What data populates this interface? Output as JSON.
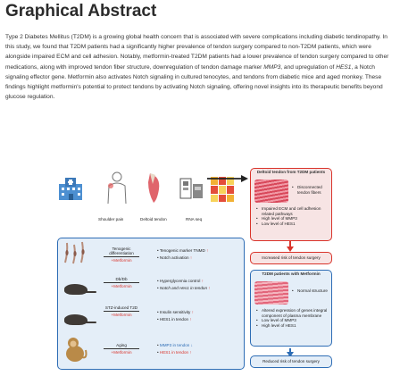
{
  "title": "Graphical Abstract",
  "abstract": {
    "p1": "Type 2 Diabetes Mellitus (T2DM) is a growing global health concern that is associated with severe complications including diabetic tendinopathy. In this study, we found that T2DM patients had a significantly higher prevalence of tendon surgery compared to non-T2DM patients, which were alongside impaired ECM and cell adhesion. Notably, metformin-treated T2DM patients had a lower prevalence of tendon surgery compared to other medications, along with improved tendon fiber structure, downregulation of tendon damage marker ",
    "mmp3": "MMP3",
    "p2": ", and upregulation of ",
    "hes1": "HES1",
    "p3": ", a Notch signaling effector gene. Metformin also activates Notch signaling in cultured tenocytes, and tendons from diabetic mice and aged monkey. These findings highlight metformin's potential to protect tendons by activating Notch signaling, offering novel insights into its therapeutic benefits beyond glucose regulation."
  },
  "top_labels": {
    "shoulder": "Shoulder pain",
    "deltoid": "Deltoid tendon",
    "rnaseq": "RNA seq"
  },
  "t2dm_panel": {
    "header": "Deltoid tendon from T2DM patients",
    "fiber_note": "Disconnected tendon fibers",
    "bullets": [
      "Impaired ECM and cell adhesion related pathways",
      "High level of MMP3",
      "Low level of HES1"
    ],
    "outcome": "Increased risk of tendon surgery"
  },
  "metformin_panel": {
    "header": "T2DM patients with Metformin",
    "fiber_note": "Normal structure",
    "bullets": [
      "Altered expression of genes integral component of plasma membrane",
      "Low level of MMP3",
      "High level of HES1"
    ],
    "outcome": "Reduced risk of tendon surgery"
  },
  "models": [
    {
      "top": "Tenogenic differentiation",
      "bottom": "+Metformin",
      "e1": "Tenogenic marker TNMD",
      "e1_dir": "up",
      "e2": "Notch activation",
      "e2_dir": "up"
    },
    {
      "top": "Db/Db",
      "bottom": "+Metformin",
      "e1": "Hyperglycemia control",
      "e1_dir": "up",
      "e2": "Notch and Hes1 in tendon",
      "e2_dir": "up"
    },
    {
      "top": "STZ-induced T2D",
      "bottom": "+Metformin",
      "e1": "Insulin sensitivity",
      "e1_dir": "up",
      "e2": "HES1 in tendon",
      "e2_dir": "up"
    },
    {
      "top": "Aging",
      "bottom": "+Metformin",
      "e1": "MMP3 in tendon",
      "e1_dir": "down",
      "e2": "HES1 in tendon",
      "e2_dir": "up"
    }
  ],
  "colors": {
    "red": "#d9342b",
    "blue": "#2e6db5",
    "panel_red": "#f7e4e4",
    "panel_blue": "#e4eef8"
  }
}
